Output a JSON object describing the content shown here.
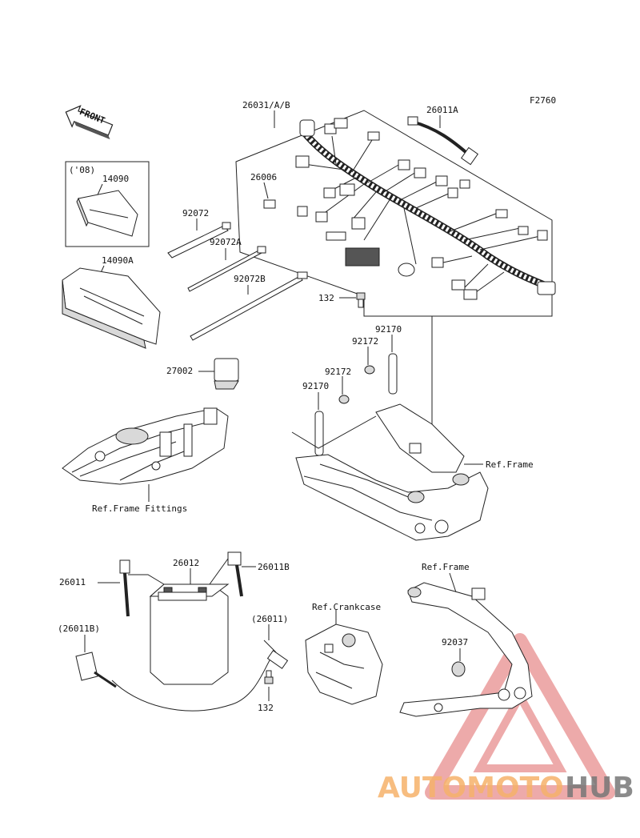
{
  "figure_id": "F2760",
  "front_label": "FRONT",
  "note_08": "('08)",
  "parts": {
    "p26031": "26031/A/B",
    "p26011A": "26011A",
    "p26006": "26006",
    "p14090": "14090",
    "p14090A": "14090A",
    "p92072": "92072",
    "p92072A": "92072A",
    "p92072B": "92072B",
    "p132_top": "132",
    "p92170_a": "92170",
    "p92172_a": "92172",
    "p92172_b": "92172",
    "p92170_b": "92170",
    "p27002": "27002",
    "p26012": "26012",
    "p26011": "26011",
    "p26011B": "26011B",
    "p26011_paren": "(26011)",
    "p26011B_paren": "(26011B)",
    "p132_bottom": "132",
    "p92037": "92037"
  },
  "refs": {
    "ref_frame_1": "Ref.Frame",
    "ref_frame_fittings": "Ref.Frame Fittings",
    "ref_frame_2": "Ref.Frame",
    "ref_crankcase": "Ref.Crankcase"
  },
  "watermark": {
    "part1": "AUTOMOTO",
    "part2": "HUB",
    "color1": "#f6b26b",
    "color2": "#777777",
    "triangle_color": "#e06666"
  }
}
